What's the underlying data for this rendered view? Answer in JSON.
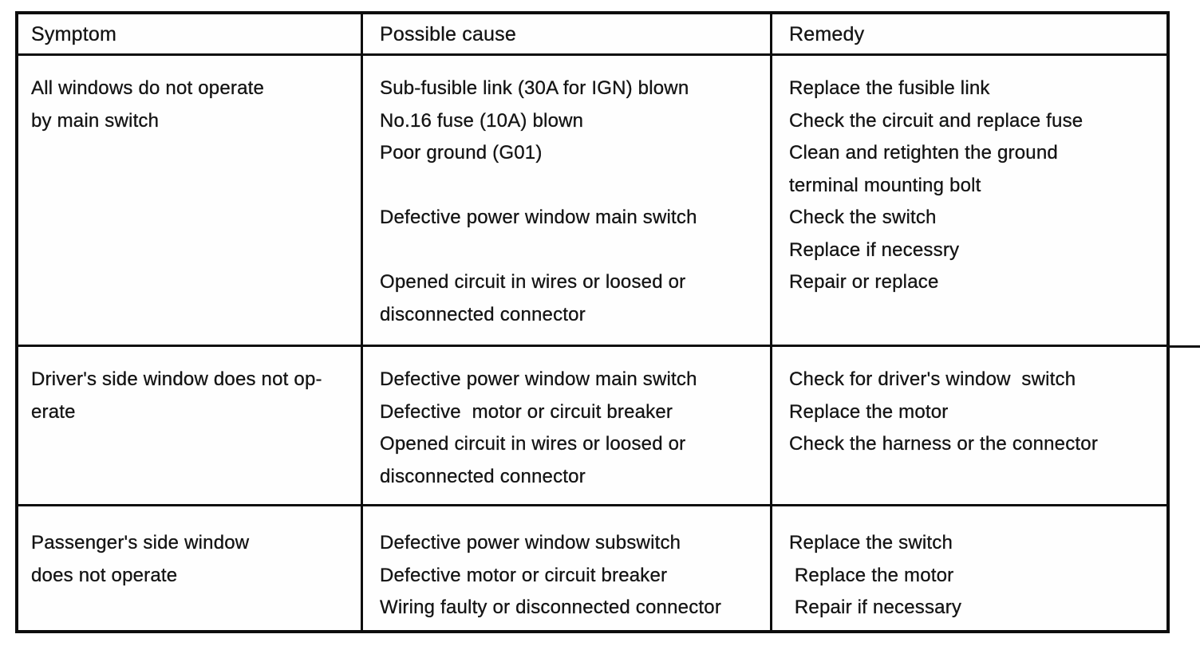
{
  "colors": {
    "ink": "#111111",
    "paper": "#ffffff"
  },
  "table": {
    "headers": [
      "Symptom",
      "Possible cause",
      "Remedy"
    ],
    "rows": [
      {
        "symptom_lines": [
          "All windows do not operate",
          "by main switch"
        ],
        "cause_lines": [
          "Sub-fusible link (30A for IGN) blown",
          "No.16 fuse (10A) blown",
          "Poor ground (G01)",
          "",
          "Defective power window main switch",
          "",
          "Opened circuit in wires or loosed or",
          "disconnected connector"
        ],
        "remedy_lines": [
          "Replace the fusible link",
          "Check the circuit and replace fuse",
          "Clean and retighten the ground",
          "terminal mounting bolt",
          "Check the switch",
          "Replace if necessry",
          "Repair or replace"
        ]
      },
      {
        "symptom_lines": [
          "Driver's side window does not op-",
          "erate"
        ],
        "cause_lines": [
          "Defective power window main switch",
          "Defective  motor or circuit breaker",
          "Opened circuit in wires or loosed or",
          "disconnected connector"
        ],
        "remedy_lines": [
          "Check for driver's window  switch",
          "Replace the motor",
          "Check the harness or the connector"
        ]
      },
      {
        "symptom_lines": [
          "Passenger's side window",
          "does not operate"
        ],
        "cause_lines": [
          "Defective power window subswitch",
          "Defective motor or circuit breaker",
          "Wiring faulty or disconnected connector"
        ],
        "remedy_lines": [
          "Replace the switch",
          " Replace the motor",
          " Repair if necessary"
        ]
      }
    ]
  }
}
